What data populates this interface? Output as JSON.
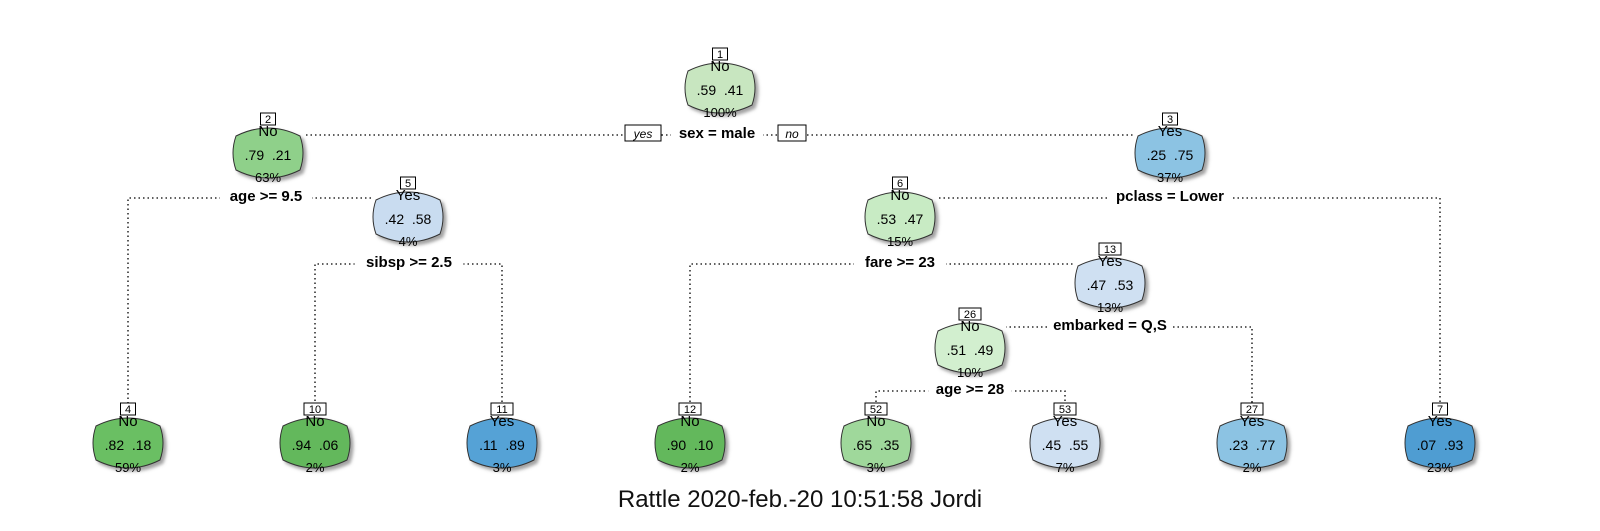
{
  "tree": {
    "nodes": [
      {
        "id": "1",
        "label": "No",
        "probs": ".59  .41",
        "pct": "100%",
        "color": "#c8e6c0"
      },
      {
        "id": "2",
        "label": "No",
        "probs": ".79  .21",
        "pct": "63%",
        "color": "#8fd08a"
      },
      {
        "id": "3",
        "label": "Yes",
        "probs": ".25  .75",
        "pct": "37%",
        "color": "#8cc3e3"
      },
      {
        "id": "5",
        "label": "Yes",
        "probs": ".42  .58",
        "pct": "4%",
        "color": "#c9dcf0"
      },
      {
        "id": "6",
        "label": "No",
        "probs": ".53  .47",
        "pct": "15%",
        "color": "#c8ebc4"
      },
      {
        "id": "13",
        "label": "Yes",
        "probs": ".47  .53",
        "pct": "13%",
        "color": "#cfe0f2"
      },
      {
        "id": "26",
        "label": "No",
        "probs": ".51  .49",
        "pct": "10%",
        "color": "#d2efcf"
      },
      {
        "id": "4",
        "label": "No",
        "probs": ".82  .18",
        "pct": "59%",
        "color": "#6bbf64"
      },
      {
        "id": "10",
        "label": "No",
        "probs": ".94  .06",
        "pct": "2%",
        "color": "#63b85c"
      },
      {
        "id": "11",
        "label": "Yes",
        "probs": ".11  .89",
        "pct": "3%",
        "color": "#55a2d6"
      },
      {
        "id": "12",
        "label": "No",
        "probs": ".90  .10",
        "pct": "2%",
        "color": "#63b85c"
      },
      {
        "id": "52",
        "label": "No",
        "probs": ".65  .35",
        "pct": "3%",
        "color": "#9fd89b"
      },
      {
        "id": "53",
        "label": "Yes",
        "probs": ".45  .55",
        "pct": "7%",
        "color": "#cfe0f2"
      },
      {
        "id": "27",
        "label": "Yes",
        "probs": ".23  .77",
        "pct": "2%",
        "color": "#8cc3e3"
      },
      {
        "id": "7",
        "label": "Yes",
        "probs": ".07  .93",
        "pct": "23%",
        "color": "#4f9dd2"
      }
    ],
    "splits": [
      {
        "id": "sex",
        "text": "sex = male"
      },
      {
        "id": "age1",
        "text": "age >= 9.5"
      },
      {
        "id": "sibsp",
        "text": "sibsp >= 2.5"
      },
      {
        "id": "pclass",
        "text": "pclass = Lower"
      },
      {
        "id": "fare",
        "text": "fare >= 23"
      },
      {
        "id": "embarked",
        "text": "embarked = Q,S"
      },
      {
        "id": "age2",
        "text": "age >= 28"
      }
    ],
    "branch_labels": {
      "yes": "yes",
      "no": "no"
    }
  },
  "caption": "Rattle 2020-feb.-20 10:51:58 Jordi"
}
